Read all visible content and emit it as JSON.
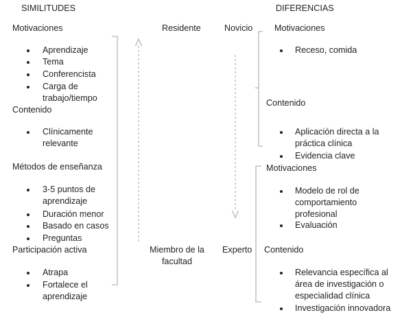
{
  "headers": {
    "left": "SIMILITUDES",
    "right": "DIFERENCIAS"
  },
  "similitudes": {
    "motivaciones": {
      "heading": "Motivaciones",
      "items": [
        "Aprendizaje",
        "Tema",
        "Conferencista",
        "Carga de trabajo/tiempo"
      ]
    },
    "contenido": {
      "heading": "Contenido",
      "items": [
        "Clínicamente relevante"
      ]
    },
    "metodos": {
      "heading": "Métodos de enseñanza",
      "items": [
        "3-5 puntos de aprendizaje",
        "Duración menor",
        "Basado en casos",
        "Preguntas"
      ]
    },
    "participacion": {
      "heading": "Participación activa",
      "items": [
        "Atrapa",
        "Fortalece el aprendizaje"
      ]
    }
  },
  "axis": {
    "residente": "Residente",
    "novicio": "Novicio",
    "miembro": "Miembro de la facultad",
    "experto": "Experto"
  },
  "diferencias": {
    "novicio": {
      "motivaciones": {
        "heading": "Motivaciones",
        "items": [
          "Receso, comida"
        ]
      },
      "contenido": {
        "heading": "Contenido",
        "items": [
          "Aplicación directa a la práctica clínica",
          "Evidencia clave"
        ]
      }
    },
    "experto": {
      "motivaciones": {
        "heading": "Motivaciones",
        "items": [
          "Modelo de rol de comportamiento profesional",
          "Evaluación"
        ]
      },
      "contenido": {
        "heading": "Contenido",
        "items": [
          "Relevancia específica al área de investigación o especialidad clínica",
          "Investigación innovadora"
        ]
      }
    }
  }
}
